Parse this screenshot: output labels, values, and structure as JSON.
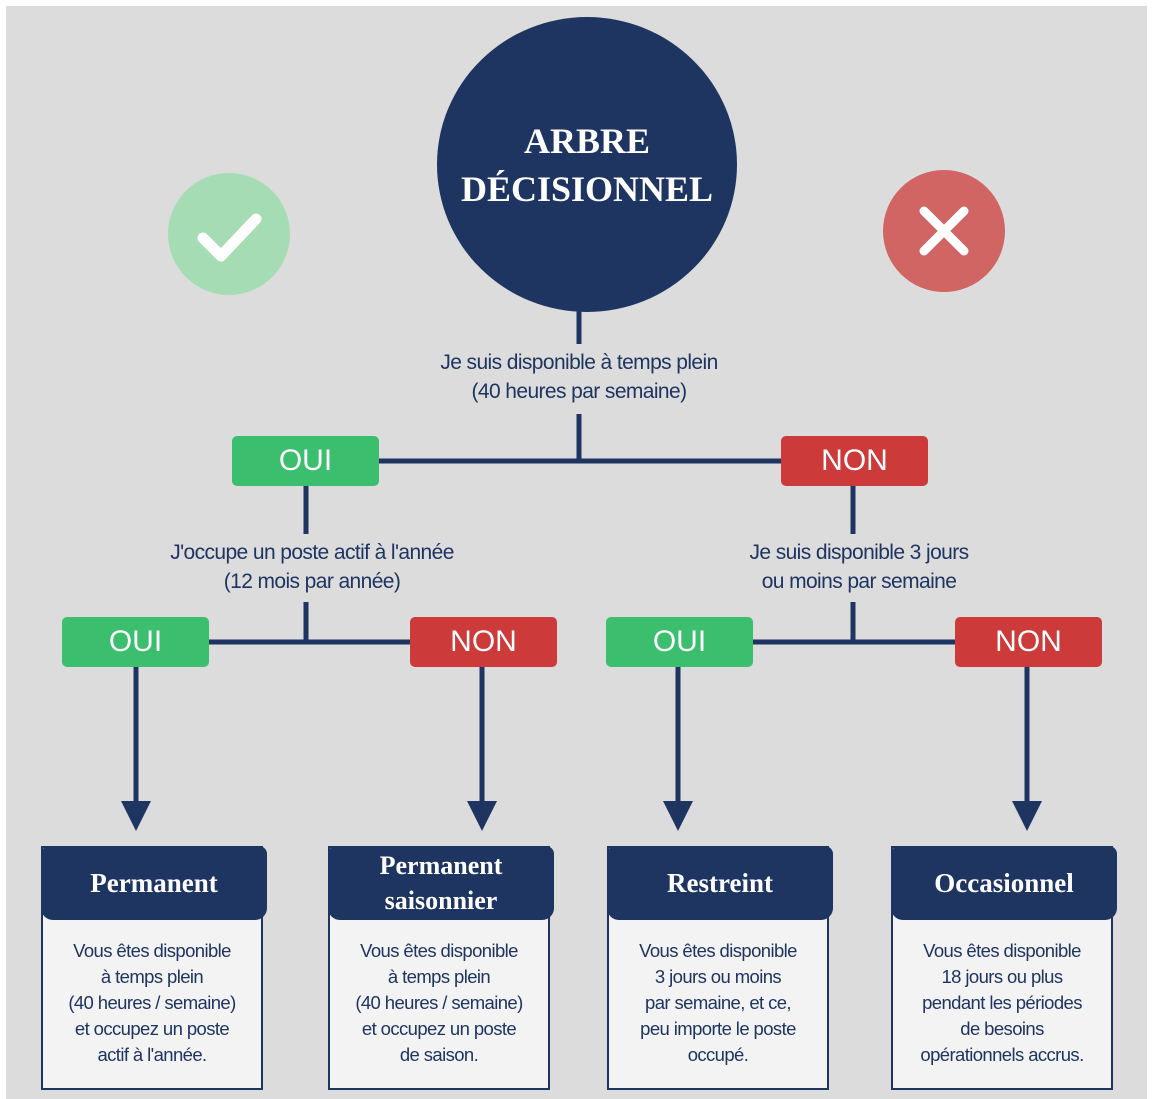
{
  "title_lines": [
    "ARBRE",
    "DÉCISIONNEL"
  ],
  "icons": {
    "positive": "check-icon",
    "negative": "cross-icon"
  },
  "colors": {
    "navy": "#1e3461",
    "oui": "#3bbf6e",
    "non": "#cc3a39",
    "check_circle": "#a6dcb3",
    "cross_circle": "#d06563",
    "background": "#dcdcdc"
  },
  "question_1": {
    "lines": [
      "Je suis disponible à temps plein",
      "(40 heures par semaine)"
    ]
  },
  "question_2_oui": {
    "lines": [
      "J'occupe un poste actif à l'année",
      "(12 mois par année)"
    ]
  },
  "question_2_non": {
    "lines": [
      "Je suis disponible 3 jours",
      "ou moins par semaine"
    ]
  },
  "labels": {
    "oui": "OUI",
    "non": "NON"
  },
  "outcomes": [
    {
      "title_lines": [
        "Permanent"
      ],
      "description": "Vous êtes disponible\nà temps plein\n(40 heures / semaine)\net occupez un poste\nactif à l'année."
    },
    {
      "title_lines": [
        "Permanent",
        "saisonnier"
      ],
      "description": "Vous êtes disponible\nà temps plein\n(40 heures / semaine)\net occupez un poste\nde saison."
    },
    {
      "title_lines": [
        "Restreint"
      ],
      "description": "Vous êtes disponible\n3 jours ou moins\npar semaine, et ce,\npeu importe le poste\noccupé."
    },
    {
      "title_lines": [
        "Occasionnel"
      ],
      "description": "Vous êtes disponible\n18 jours ou plus\npendant les périodes\nde besoins\nopérationnels accrus."
    }
  ]
}
